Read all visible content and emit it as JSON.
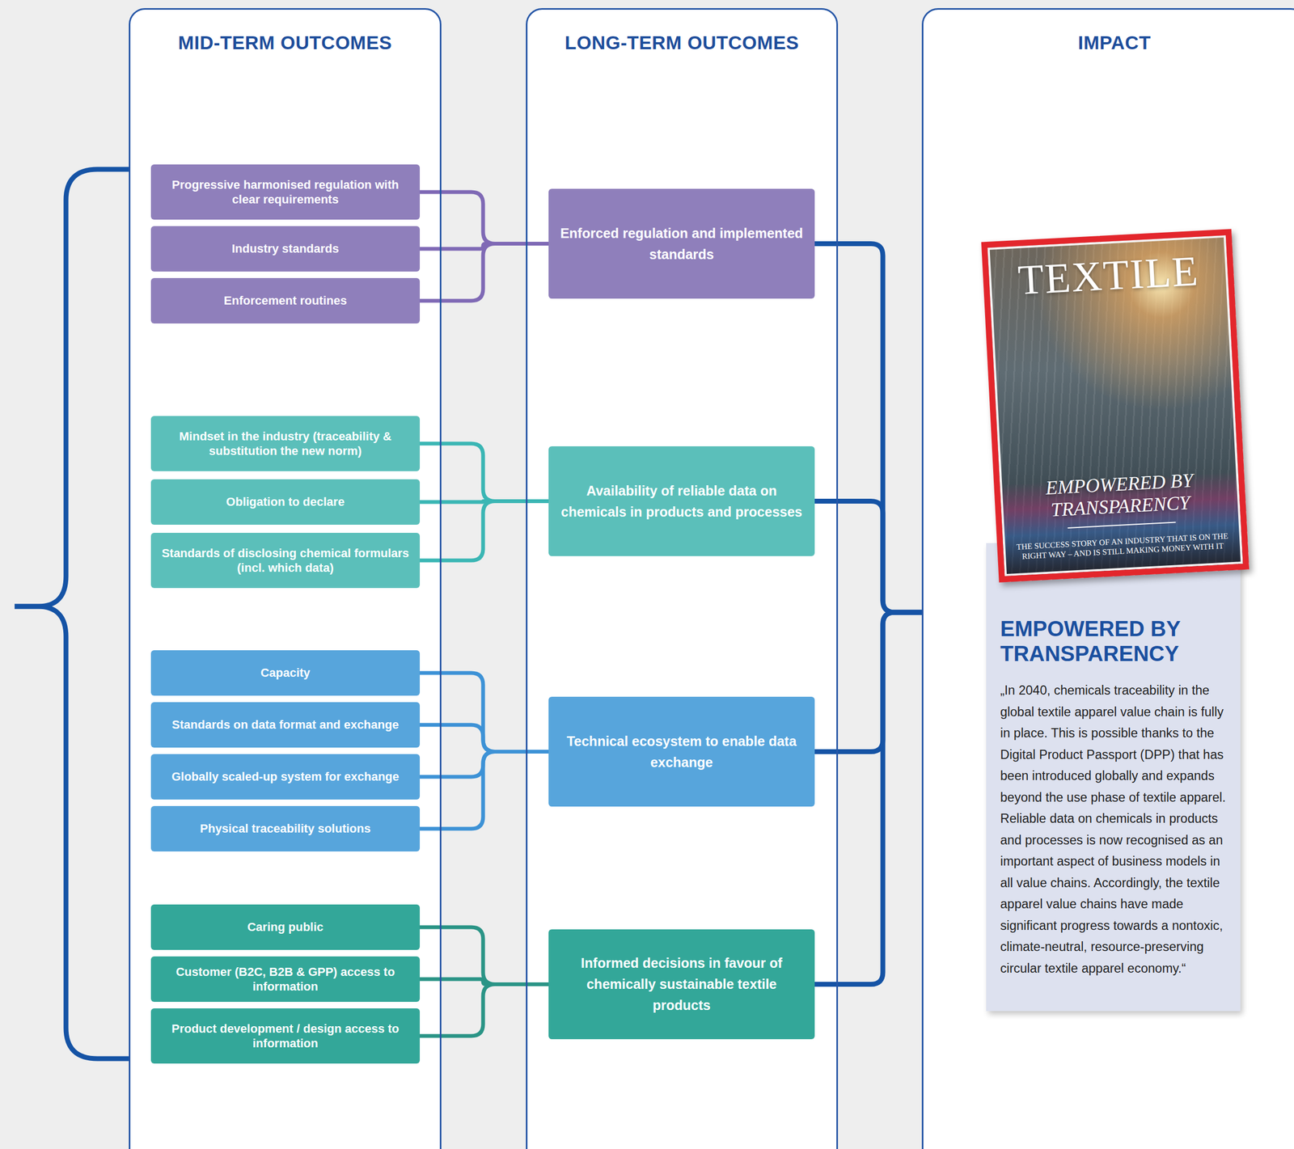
{
  "diagram": {
    "nodes": [
      {
        "text": [
          "MID-TERM OUTCOMES"
        ]
      },
      {
        "text": [
          "Progressive harmonised regulation with clear requirements"
        ],
        "in": 0
      },
      {
        "text": [
          "Industry standards"
        ],
        "in": 0
      },
      {
        "text": [
          "Enforcement routines"
        ],
        "in": 0
      },
      {
        "text": [
          "Mindset in the industry (traceability & substitution the new norm)"
        ],
        "in": 0
      },
      {
        "text": [
          "Obligation to declare"
        ],
        "in": 0
      },
      {
        "text": [
          "Standards of disclosing chemical formulars (incl. which data)"
        ],
        "in": 0
      },
      {
        "text": [
          "Capacity"
        ],
        "in": 0
      },
      {
        "text": [
          "Standards on data format and exchange"
        ],
        "in": 0
      },
      {
        "text": [
          "Globally scaled-up system for exchange"
        ],
        "in": 0
      },
      {
        "text": [
          "Physical traceability solutions"
        ],
        "in": 0
      },
      {
        "text": [
          "Caring public"
        ],
        "in": 0
      },
      {
        "text": [
          "Customer (B2C, B2B & GPP) access to information"
        ],
        "in": 0
      },
      {
        "text": [
          "Product development / design access to information"
        ],
        "in": 0
      },
      {
        "text": [
          "LONG-TERM OUTCOMES"
        ]
      },
      {
        "text": [
          "Enforced regulation and implemented standards"
        ],
        "in": 14
      },
      {
        "text": [
          "Availability of reliable data on chemicals in products and processes"
        ],
        "in": 14
      },
      {
        "text": [
          "Technical ecosystem to enable data exchange"
        ],
        "in": 14
      },
      {
        "text": [
          "Informed decisions in favour of chemically sustainable textile products"
        ],
        "in": 14
      },
      {
        "text": [
          "IMPACT"
        ]
      },
      {
        "text": [
          "TEXTILE",
          "EMPOWERED BY TRANSPARENCY",
          "THE SUCCESS STORY OF AN INDUSTRY THAT IS ON THE RIGHT WAY – AND IS STILL MAKING MONEY WITH IT"
        ],
        "in": 19
      },
      {
        "text": [
          "EMPOWERED BY TRANSPARENCY",
          "„In 2040, chemicals traceability in the global textile apparel value chain is fully in place. This is possible thanks to the Digital Product Passport (DPP) that has been introduced globally and expands beyond the use phase of textile apparel. Reliable data on chemicals in products and processes is now recognised as an important aspect of business models in all value chains. Accordingly, the textile apparel value chains have made significant progress towards a nontoxic, climate-neutral, resource-preserving circular textile apparel economy.“"
        ],
        "in": 19
      }
    ],
    "edges": [
      {
        "from": 1,
        "to": 15,
        "arrow": "none"
      },
      {
        "from": 2,
        "to": 15,
        "arrow": "none"
      },
      {
        "from": 3,
        "to": 15,
        "arrow": "none"
      },
      {
        "from": 4,
        "to": 16,
        "arrow": "none"
      },
      {
        "from": 5,
        "to": 16,
        "arrow": "none"
      },
      {
        "from": 6,
        "to": 16,
        "arrow": "none"
      },
      {
        "from": 7,
        "to": 17,
        "arrow": "none"
      },
      {
        "from": 8,
        "to": 17,
        "arrow": "none"
      },
      {
        "from": 9,
        "to": 17,
        "arrow": "none"
      },
      {
        "from": 10,
        "to": 17,
        "arrow": "none"
      },
      {
        "from": 11,
        "to": 18,
        "arrow": "none"
      },
      {
        "from": 12,
        "to": 18,
        "arrow": "none"
      },
      {
        "from": 13,
        "to": 18,
        "arrow": "none"
      },
      {
        "from": 15,
        "to": 19,
        "arrow": "none"
      },
      {
        "from": 16,
        "to": 19,
        "arrow": "none"
      },
      {
        "from": 17,
        "to": 19,
        "arrow": "none"
      },
      {
        "from": 18,
        "to": 19,
        "arrow": "none"
      }
    ]
  }
}
